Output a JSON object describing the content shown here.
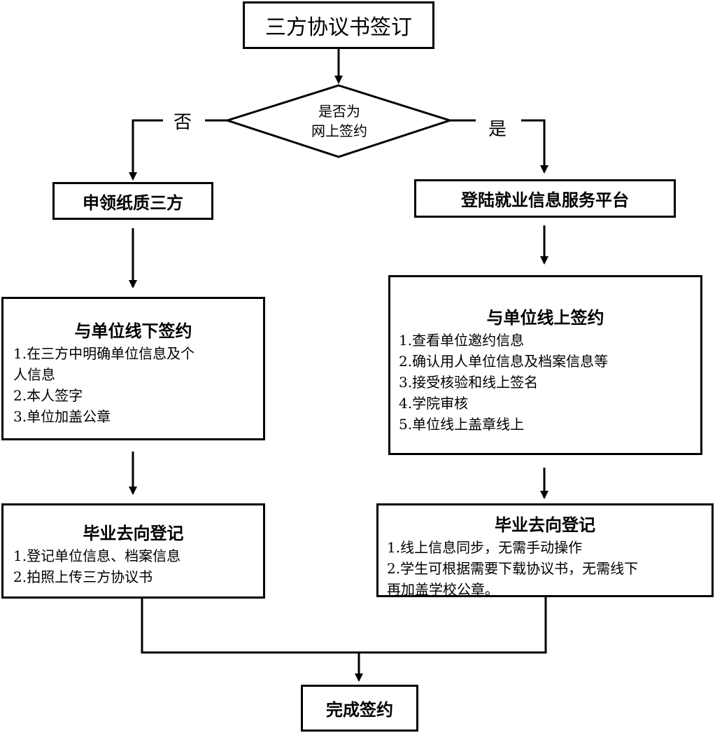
{
  "start": "三方协议书签订",
  "decision": {
    "line1": "是否为",
    "line2": "网上签约",
    "no": "否",
    "yes": "是"
  },
  "offline": {
    "step1": "申领纸质三方",
    "step2": {
      "title": "与单位线下签约",
      "items": [
        "1.在三方中明确单位信息及个",
        "人信息",
        "2.本人签字",
        "3.单位加盖公章"
      ]
    },
    "step3": {
      "title": "毕业去向登记",
      "items": [
        "1.登记单位信息、档案信息",
        "2.拍照上传三方协议书"
      ]
    }
  },
  "online": {
    "step1": "登陆就业信息服务平台",
    "step2": {
      "title": "与单位线上签约",
      "items": [
        "1.查看单位邀约信息",
        "2.确认用人单位信息及档案信息等",
        "3.接受核验和线上签名",
        "4.学院审核",
        "5.单位线上盖章线上"
      ]
    },
    "step3": {
      "title": "毕业去向登记",
      "items": [
        "1.线上信息同步，无需手动操作",
        "2.学生可根据需要下载协议书，无需线下",
        "再加盖学校公章。"
      ]
    }
  },
  "end": "完成签约"
}
